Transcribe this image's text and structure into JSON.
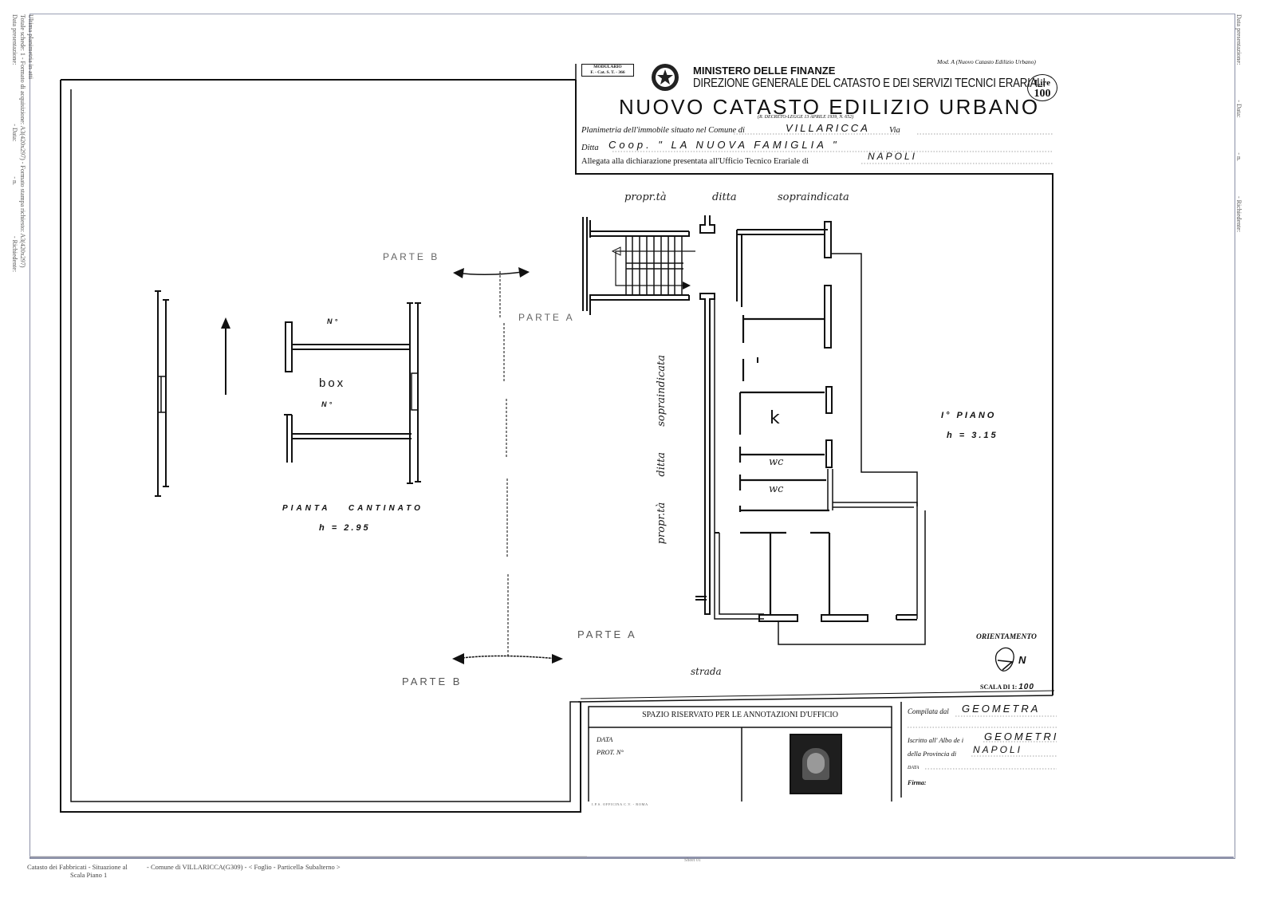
{
  "margin_left": {
    "line1": "Data presentazione:",
    "line1_parts": [
      "Data presentazione:",
      "- Data:",
      "- n.",
      "- Richiedente:"
    ],
    "line2": "Totale schede: 1 - Formato di acquisizione: A3(420x297) - Formato stampa richiesto: A3(420x297)",
    "line3": "Ultima planimetria in atti"
  },
  "margin_right": {
    "parts": [
      "Data presentazione:",
      "- Data:",
      "- n.",
      "- Richiedente:"
    ]
  },
  "footer": {
    "line1_left": "Catasto dei Fabbricati - Situazione al",
    "line1_mid": "- Comune di VILLARICCA(G309) - <  Foglio    - Particella",
    "line1_right": "- Subalterno    >",
    "line2": "Scala     Piano 1",
    "page_label": "Sheet 01"
  },
  "form_header": {
    "modulario_line1": "MODULARIO",
    "modulario_line2": "F. - Cat. S. T. - 366",
    "emblem_icon": "italian-republic-emblem",
    "ministry": "MINISTERO DELLE FINANZE",
    "direction": "DIREZIONE GENERALE DEL CATASTO E DEI SERVIZI TECNICI ERARIALI",
    "title": "NUOVO CATASTO EDILIZIO URBANO",
    "decree": "(R. DECRETO-LEGGE 13 APRILE 1939, N. 652)",
    "model": "Mod. A (Nuovo Catasto Edilizio Urbano)",
    "price_label": "Lire",
    "price_value": "100"
  },
  "form_fields": {
    "planimetria_label": "Planimetria dell'immobile situato nel Comune di",
    "comune_value": "VILLARICCA",
    "via_label": "Via",
    "via_value": "",
    "ditta_label": "Ditta",
    "ditta_value": "Coop. \" LA NUOVA FAMIGLIA \"",
    "allegata_label": "Allegata alla dichiarazione presentata all'Ufficio Tecnico Erariale di",
    "ufficio_value": "NAPOLI"
  },
  "drawing": {
    "left_plan": {
      "parte_b_top": "PARTE B",
      "parte_a_top": "PARTE A",
      "parte_a_bottom": "PARTE A",
      "parte_b_bottom": "PARTE B",
      "box_label": "box",
      "number_top": "N°",
      "number_bottom": "N°",
      "plan_title": "PIANTA CANTINATO",
      "plan_height": "h = 2.95"
    },
    "right_plan": {
      "top_label_1": "propr.tà",
      "top_label_2": "ditta",
      "top_label_3": "sopraindicata",
      "side_label": "propr.tà ditta sopraindicata",
      "kitchen": "k",
      "wc1": "wc",
      "wc2": "wc",
      "floor_title": "I° PIANO",
      "floor_height": "h = 3.15",
      "street": "strada"
    },
    "orientation_label": "ORIENTAMENTO",
    "orientation_icon": "north-compass",
    "north_letter": "N",
    "scale_label": "SCALA DI 1:",
    "scale_value": "100"
  },
  "office_box": {
    "title": "SPAZIO RISERVATO PER LE ANNOTAZIONI D'UFFICIO",
    "data_label": "DATA",
    "prot_label": "PROT. N°",
    "stamp_icon": "revenue-stamp",
    "printer": "I.P.S. OFFICINA C.V. - ROMA"
  },
  "compiler": {
    "compilata_label": "Compilata dal",
    "compilata_value": "GEOMETRA",
    "iscritto_label": "Iscritto all' Albo de i",
    "iscritto_value": "GEOMETRI",
    "provincia_label": "della Provincia di",
    "provincia_value": "NAPOLI",
    "data_label": "DATA",
    "firma_label": "Firma:"
  }
}
